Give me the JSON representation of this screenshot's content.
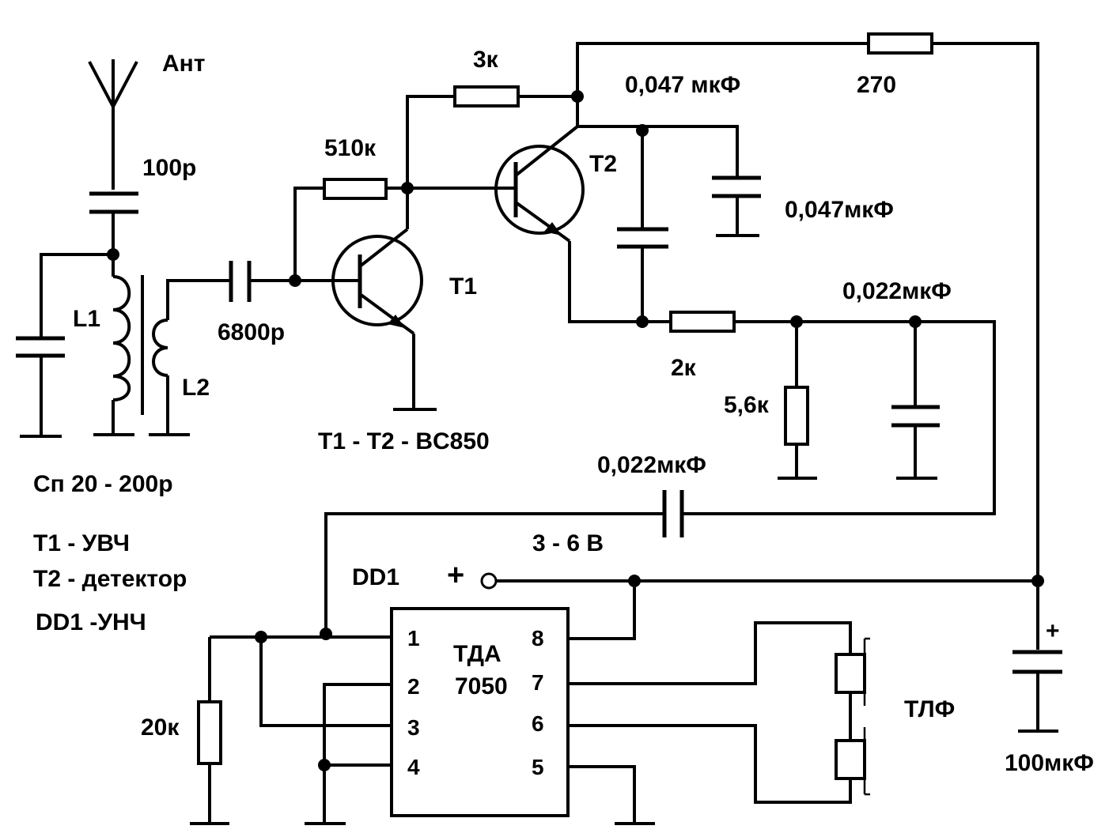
{
  "labels": {
    "antenna": "Ант",
    "c_antenna": "100р",
    "l1": "L1",
    "l2": "L2",
    "c_coupling": "6800р",
    "r_bias": "510к",
    "r_collector": "3к",
    "t1": "T1",
    "t2": "T2",
    "transistor_type": "T1 - T2 - BC850",
    "c_top": "0,047 мкФ",
    "r_270": "270",
    "c_mid": "0,047мкФ",
    "c_filter_top": "0,022мкФ",
    "r_2k": "2к",
    "r_5k6": "5,6к",
    "c_coupling_out": "0,022мкФ",
    "supply_voltage": "3 - 6 В",
    "plus_terminal": "+",
    "dd1": "DD1",
    "ic_name_line1": "ТДА",
    "ic_name_line2": "7050",
    "r_20k": "20к",
    "phones": "ТЛФ",
    "c_supply": "100мкФ",
    "c_supply_plus": "+",
    "trimmer": "Сп 20 - 200р",
    "legend_t1": "T1 - УВЧ",
    "legend_t2": "T2 - детектор",
    "legend_dd1": "DD1 -УНЧ"
  },
  "ic_pins": {
    "p1": "1",
    "p2": "2",
    "p3": "3",
    "p4": "4",
    "p5": "5",
    "p6": "6",
    "p7": "7",
    "p8": "8"
  }
}
